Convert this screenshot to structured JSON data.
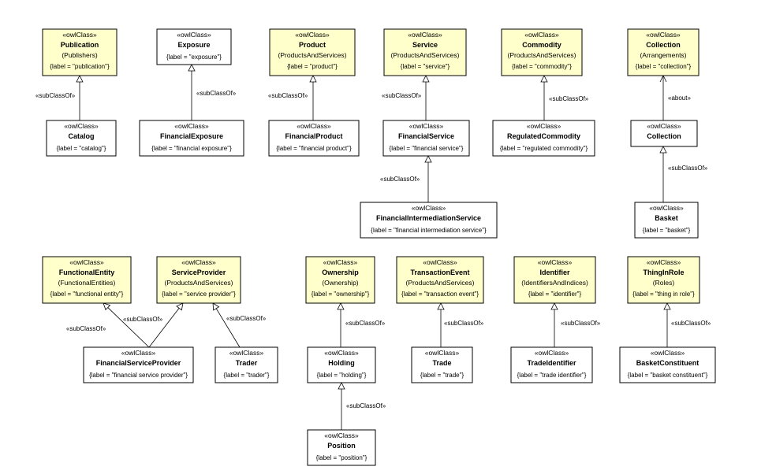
{
  "colors": {
    "highlight": "#ffffcc",
    "plain": "#ffffff",
    "line": "#000000"
  },
  "classes": [
    {
      "id": "publication",
      "stereo": "«owlClass»",
      "name": "Publication",
      "pkg": "(Publishers)",
      "tag": "{label = \"publication\"}",
      "hl": true
    },
    {
      "id": "exposure",
      "stereo": "«owlClass»",
      "name": "Exposure",
      "pkg": "",
      "tag": "{label = \"exposure\"}",
      "hl": false
    },
    {
      "id": "product",
      "stereo": "«owlClass»",
      "name": "Product",
      "pkg": "(ProductsAndServices)",
      "tag": "{label = \"product\"}",
      "hl": true
    },
    {
      "id": "service",
      "stereo": "«owlClass»",
      "name": "Service",
      "pkg": "(ProductsAndServices)",
      "tag": "{label = \"service\"}",
      "hl": true
    },
    {
      "id": "commodity",
      "stereo": "«owlClass»",
      "name": "Commodity",
      "pkg": "(ProductsAndServices)",
      "tag": "{label = \"commodity\"}",
      "hl": true
    },
    {
      "id": "collection_arr",
      "stereo": "«owlClass»",
      "name": "Collection",
      "pkg": "(Arrangements)",
      "tag": "{label = \"collection\"}",
      "hl": true
    },
    {
      "id": "catalog",
      "stereo": "«owlClass»",
      "name": "Catalog",
      "pkg": "",
      "tag": "{label = \"catalog\"}",
      "hl": false
    },
    {
      "id": "fin_exposure",
      "stereo": "«owlClass»",
      "name": "FinancialExposure",
      "pkg": "",
      "tag": "{label = \"financial exposure\"}",
      "hl": false
    },
    {
      "id": "fin_product",
      "stereo": "«owlClass»",
      "name": "FinancialProduct",
      "pkg": "",
      "tag": "{label = \"financial product\"}",
      "hl": false
    },
    {
      "id": "fin_service",
      "stereo": "«owlClass»",
      "name": "FinancialService",
      "pkg": "",
      "tag": "{label = \"financial service\"}",
      "hl": false
    },
    {
      "id": "reg_commodity",
      "stereo": "«owlClass»",
      "name": "RegulatedCommodity",
      "pkg": "",
      "tag": "{label = \"regulated commodity\"}",
      "hl": false
    },
    {
      "id": "collection",
      "stereo": "«owlClass»",
      "name": "Collection",
      "pkg": "",
      "tag": "",
      "hl": false
    },
    {
      "id": "fin_intermed",
      "stereo": "«owlClass»",
      "name": "FinancialIntermediationService",
      "pkg": "",
      "tag": "{label = \"financial intermediation service\"}",
      "hl": false
    },
    {
      "id": "basket",
      "stereo": "«owlClass»",
      "name": "Basket",
      "pkg": "",
      "tag": "{label = \"basket\"}",
      "hl": false
    },
    {
      "id": "functional_entity",
      "stereo": "«owlClass»",
      "name": "FunctionalEntity",
      "pkg": "(FunctionalEntities)",
      "tag": "{label = \"functional entity\"}",
      "hl": true
    },
    {
      "id": "service_provider",
      "stereo": "«owlClass»",
      "name": "ServiceProvider",
      "pkg": "(ProductsAndServices)",
      "tag": "{label = \"service provider\"}",
      "hl": true
    },
    {
      "id": "ownership",
      "stereo": "«owlClass»",
      "name": "Ownership",
      "pkg": "(Ownership)",
      "tag": "{label = \"ownership\"}",
      "hl": true
    },
    {
      "id": "transaction_event",
      "stereo": "«owlClass»",
      "name": "TransactionEvent",
      "pkg": "(ProductsAndServices)",
      "tag": "{label = \"transaction event\"}",
      "hl": true
    },
    {
      "id": "identifier",
      "stereo": "«owlClass»",
      "name": "Identifier",
      "pkg": "(IdentifiersAndIndices)",
      "tag": "{label = \"identifier\"}",
      "hl": true
    },
    {
      "id": "thing_in_role",
      "stereo": "«owlClass»",
      "name": "ThingInRole",
      "pkg": "(Roles)",
      "tag": "{label = \"thing in role\"}",
      "hl": true
    },
    {
      "id": "fin_service_provider",
      "stereo": "«owlClass»",
      "name": "FinancialServiceProvider",
      "pkg": "",
      "tag": "{label = \"financial service provider\"}",
      "hl": false
    },
    {
      "id": "trader",
      "stereo": "«owlClass»",
      "name": "Trader",
      "pkg": "",
      "tag": "{label = \"trader\"}",
      "hl": false
    },
    {
      "id": "holding",
      "stereo": "«owlClass»",
      "name": "Holding",
      "pkg": "",
      "tag": "{label = \"holding\"}",
      "hl": false
    },
    {
      "id": "trade",
      "stereo": "«owlClass»",
      "name": "Trade",
      "pkg": "",
      "tag": "{label = \"trade\"}",
      "hl": false
    },
    {
      "id": "trade_identifier",
      "stereo": "«owlClass»",
      "name": "TradeIdentifier",
      "pkg": "",
      "tag": "{label = \"trade identifier\"}",
      "hl": false
    },
    {
      "id": "basket_constituent",
      "stereo": "«owlClass»",
      "name": "BasketConstituent",
      "pkg": "",
      "tag": "{label = \"basket constituent\"}",
      "hl": false
    },
    {
      "id": "position",
      "stereo": "«owlClass»",
      "name": "Position",
      "pkg": "",
      "tag": "{label = \"position\"}",
      "hl": false
    }
  ],
  "relations": [
    {
      "id": "r1",
      "from": "catalog",
      "to": "publication",
      "label": "«subClassOf»",
      "kind": "generalization"
    },
    {
      "id": "r2",
      "from": "fin_exposure",
      "to": "exposure",
      "label": "«subClassOf»",
      "kind": "generalization"
    },
    {
      "id": "r3",
      "from": "fin_product",
      "to": "product",
      "label": "«subClassOf»",
      "kind": "generalization"
    },
    {
      "id": "r4",
      "from": "fin_service",
      "to": "service",
      "label": "«subClassOf»",
      "kind": "generalization"
    },
    {
      "id": "r5",
      "from": "reg_commodity",
      "to": "commodity",
      "label": "«subClassOf»",
      "kind": "generalization"
    },
    {
      "id": "r6",
      "from": "collection",
      "to": "collection_arr",
      "label": "«about»",
      "kind": "dependency"
    },
    {
      "id": "r7",
      "from": "fin_intermed",
      "to": "fin_service",
      "label": "«subClassOf»",
      "kind": "generalization"
    },
    {
      "id": "r8",
      "from": "basket",
      "to": "collection",
      "label": "«subClassOf»",
      "kind": "generalization"
    },
    {
      "id": "r9",
      "from": "fin_service_provider",
      "to": "functional_entity",
      "label": "«subClassOf»",
      "kind": "generalization"
    },
    {
      "id": "r10",
      "from": "fin_service_provider",
      "to": "service_provider",
      "label": "«subClassOf»",
      "kind": "generalization"
    },
    {
      "id": "r11",
      "from": "trader",
      "to": "service_provider",
      "label": "«subClassOf»",
      "kind": "generalization"
    },
    {
      "id": "r12",
      "from": "holding",
      "to": "ownership",
      "label": "«subClassOf»",
      "kind": "generalization"
    },
    {
      "id": "r13",
      "from": "trade",
      "to": "transaction_event",
      "label": "«subClassOf»",
      "kind": "generalization"
    },
    {
      "id": "r14",
      "from": "trade_identifier",
      "to": "identifier",
      "label": "«subClassOf»",
      "kind": "generalization"
    },
    {
      "id": "r15",
      "from": "basket_constituent",
      "to": "thing_in_role",
      "label": "«subClassOf»",
      "kind": "generalization"
    },
    {
      "id": "r16",
      "from": "position",
      "to": "holding",
      "label": "«subClassOf»",
      "kind": "generalization"
    }
  ]
}
